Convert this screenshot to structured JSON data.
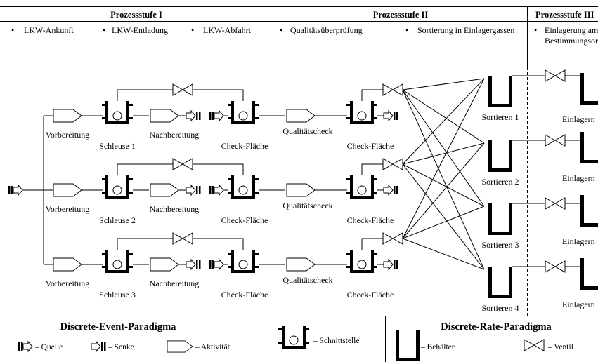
{
  "stages": [
    {
      "title": "Prozessstufe I",
      "items": [
        "LKW-Ankunft",
        "LKW-Entladung",
        "LKW-Abfahrt"
      ]
    },
    {
      "title": "Prozessstufe II",
      "items": [
        "Qualitätsüberprüfung",
        "Sortierung in Einlagergassen"
      ]
    },
    {
      "title": "Prozessstufe III",
      "items": [
        "Einlagerung am",
        "Bestimmungsort"
      ]
    }
  ],
  "labels": {
    "vorbereitung": "Vorbereitung",
    "nachbereitung": "Nachbereitung",
    "check": "Check-Fläche",
    "quality": "Qualitätscheck",
    "schleuse": [
      "Schleuse 1",
      "Schleuse 2",
      "Schleuse 3"
    ],
    "sortieren": [
      "Sortieren 1",
      "Sortieren 2",
      "Sortieren 3",
      "Sortieren 4"
    ],
    "einlagern": "Einlagern"
  },
  "legend": {
    "discrete_event": "Discrete-Event-Paradigma",
    "discrete_rate": "Discrete-Rate-Paradigma",
    "quelle": "– Quelle",
    "senke": "– Senke",
    "aktivitaet": "– Aktivität",
    "schnittstelle": "– Schnittstelle",
    "behaelter": "– Behälter",
    "ventil": "– Ventil"
  }
}
